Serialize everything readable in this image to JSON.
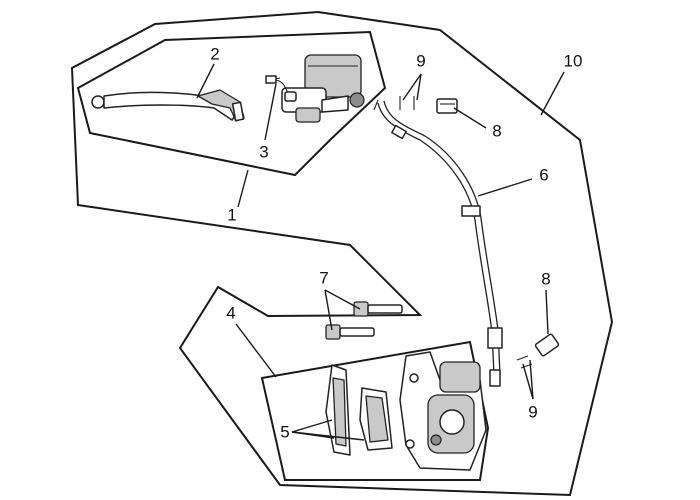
{
  "callouts": [
    {
      "id": "c1",
      "text": "1"
    },
    {
      "id": "c2",
      "text": "2"
    },
    {
      "id": "c3",
      "text": "3"
    },
    {
      "id": "c4",
      "text": "4"
    },
    {
      "id": "c5",
      "text": "5"
    },
    {
      "id": "c6",
      "text": "6"
    },
    {
      "id": "c7",
      "text": "7"
    },
    {
      "id": "c8a",
      "text": "8"
    },
    {
      "id": "c8b",
      "text": "8"
    },
    {
      "id": "c9a",
      "text": "9"
    },
    {
      "id": "c9b",
      "text": "9"
    },
    {
      "id": "c10",
      "text": "10"
    }
  ]
}
